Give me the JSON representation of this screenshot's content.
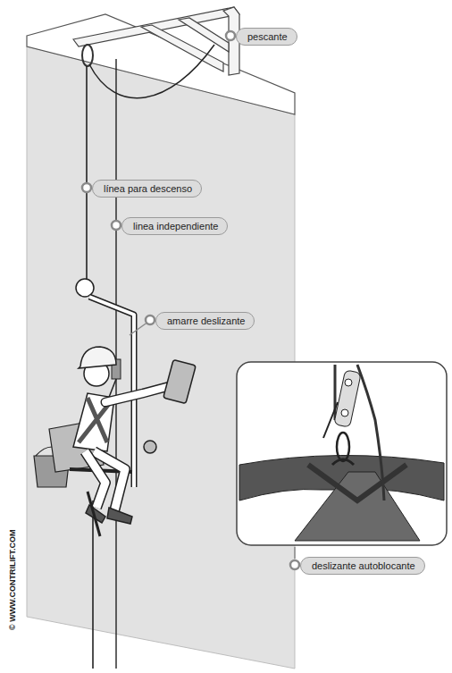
{
  "diagram": {
    "nodes": [
      {
        "text": [
          "pescante"
        ]
      },
      {
        "text": [
          "línea para descenso"
        ]
      },
      {
        "text": [
          "linea independiente"
        ]
      },
      {
        "text": [
          "amarre deslizante"
        ]
      },
      {
        "text": [
          "deslizante autoblocante"
        ]
      }
    ],
    "labels": [
      "© WWW.CONTRILIFT.COM"
    ]
  }
}
